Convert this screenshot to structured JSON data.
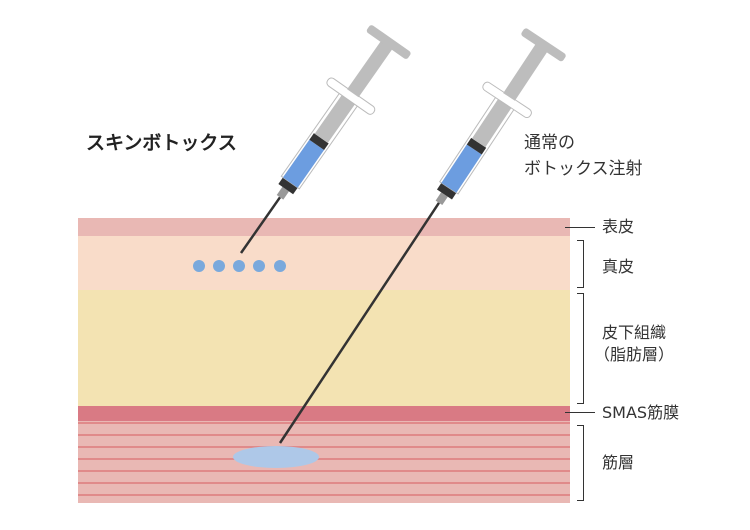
{
  "titles": {
    "skin_botox": "スキンボトックス",
    "normal_botox_line1": "通常の",
    "normal_botox_line2": "ボトックス注射"
  },
  "layers": {
    "epidermis": "表皮",
    "dermis": "真皮",
    "subcutaneous_line1": "皮下組織",
    "subcutaneous_line2": "（脂肪層）",
    "smas": "SMAS筋膜",
    "muscle": "筋層"
  },
  "colors": {
    "epidermis": "#e9b8b4",
    "dermis": "#f9dcc9",
    "subcutaneous": "#f3e3b2",
    "smas": "#d97a84",
    "muscle": "#e9b8b4",
    "muscle_stripe": "#e08a8a",
    "injection": "#7aa9dc",
    "injection_pool": "#aec8e8"
  }
}
